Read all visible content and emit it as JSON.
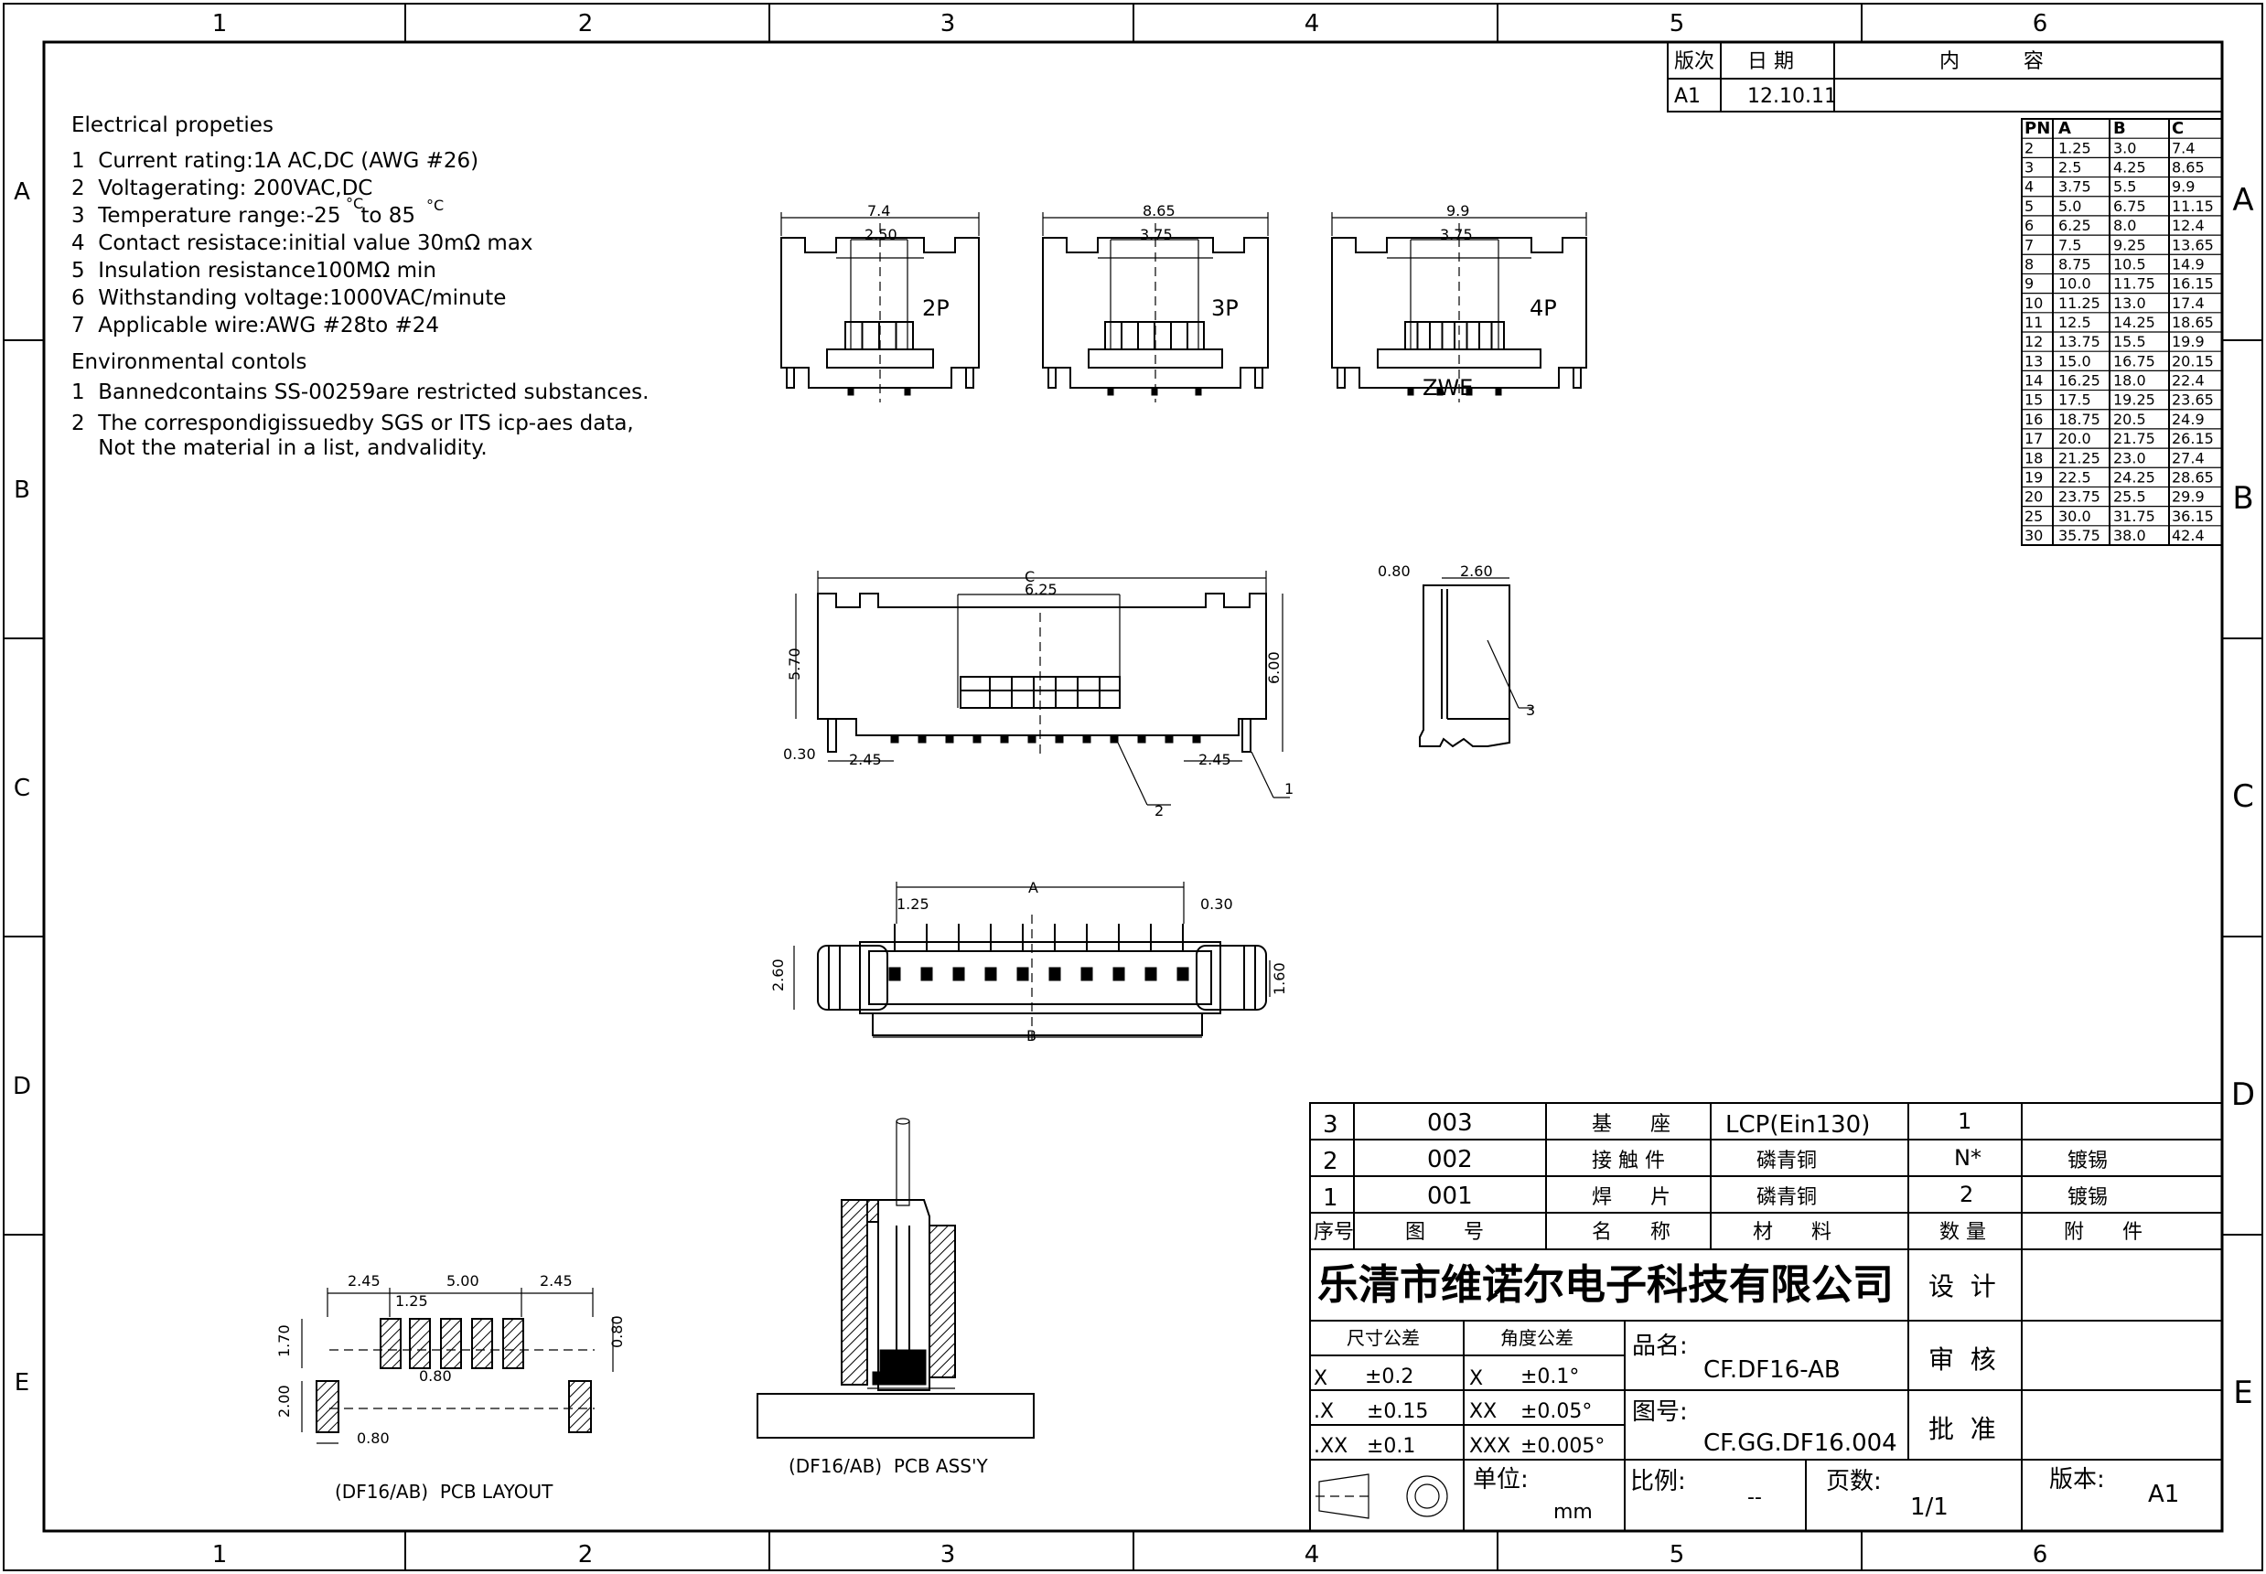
{
  "frame": {
    "col_labels": [
      "1",
      "2",
      "3",
      "4",
      "5",
      "6"
    ],
    "row_labels": [
      "A",
      "B",
      "C",
      "D",
      "E"
    ]
  },
  "revision_table": {
    "headers": [
      "版次",
      "日 期",
      "内          容"
    ],
    "row": [
      "A1",
      "12.10.11",
      ""
    ]
  },
  "dim_table": {
    "headers": [
      "PN",
      "A",
      "B",
      "C"
    ],
    "rows": [
      [
        "2",
        "1.25",
        "3.0",
        "7.4"
      ],
      [
        "3",
        "2.5",
        "4.25",
        "8.65"
      ],
      [
        "4",
        "3.75",
        "5.5",
        "9.9"
      ],
      [
        "5",
        "5.0",
        "6.75",
        "11.15"
      ],
      [
        "6",
        "6.25",
        "8.0",
        "12.4"
      ],
      [
        "7",
        "7.5",
        "9.25",
        "13.65"
      ],
      [
        "8",
        "8.75",
        "10.5",
        "14.9"
      ],
      [
        "9",
        "10.0",
        "11.75",
        "16.15"
      ],
      [
        "10",
        "11.25",
        "13.0",
        "17.4"
      ],
      [
        "11",
        "12.5",
        "14.25",
        "18.65"
      ],
      [
        "12",
        "13.75",
        "15.5",
        "19.9"
      ],
      [
        "13",
        "15.0",
        "16.75",
        "20.15"
      ],
      [
        "14",
        "16.25",
        "18.0",
        "22.4"
      ],
      [
        "15",
        "17.5",
        "19.25",
        "23.65"
      ],
      [
        "16",
        "18.75",
        "20.5",
        "24.9"
      ],
      [
        "17",
        "20.0",
        "21.75",
        "26.15"
      ],
      [
        "18",
        "21.25",
        "23.0",
        "27.4"
      ],
      [
        "19",
        "22.5",
        "24.25",
        "28.65"
      ],
      [
        "20",
        "23.75",
        "25.5",
        "29.9"
      ],
      [
        "25",
        "30.0",
        "31.75",
        "36.15"
      ],
      [
        "30",
        "35.75",
        "38.0",
        "42.4"
      ]
    ]
  },
  "specs": {
    "electrical_title": "Electrical propeties",
    "electrical": [
      "1  Current rating:1A AC,DC (AWG #26)",
      "2  Voltagerating: 200VAC,DC",
      "3  Temperature range:-25   to 85",
      "4  Contact resistace:initial value 30mΩ max",
      "5  Insulation resistance100MΩ min",
      "6  Withstanding voltage:1000VAC/minute",
      "7  Applicable wire:AWG #28to #24"
    ],
    "environmental_title": "Environmental contols",
    "environmental": [
      "1  Bannedcontains SS-00259are restricted substances.",
      "2  The correspondigissuedby SGS or ITS icp-aes data,",
      "    Not the material in a list, andvalidity."
    ],
    "celsius_a": "°C",
    "celsius_b": "°C"
  },
  "views": {
    "v2p": {
      "width": "7.4",
      "pitch": "2.50",
      "label": "2P"
    },
    "v3p": {
      "width": "8.65",
      "pitch": "3.75",
      "label": "3P"
    },
    "v4p": {
      "width": "9.9",
      "pitch": "3.75",
      "label": "4P",
      "mark": "ZWE"
    },
    "front": {
      "c": "C",
      "c_val": "6.25",
      "h1": "5.70",
      "h2": "6.00",
      "d1": "0.30",
      "d2": "2.45",
      "d3": "2.45",
      "callout1": "1",
      "callout2": "2"
    },
    "side": {
      "d1": "0.80",
      "d2": "2.60",
      "callout3": "3"
    },
    "top": {
      "a": "A",
      "b": "B",
      "pitch": "1.25",
      "pin": "0.30",
      "h1": "2.60",
      "h2": "1.60"
    },
    "layout": {
      "d1": "2.45",
      "d2": "5.00",
      "d3": "2.45",
      "d4": "1.25",
      "d5": "1.70",
      "d6": "0.80",
      "d7": "0.80",
      "d8": "2.00",
      "d9": "0.80",
      "caption": "(DF16/AB)  PCB LAYOUT"
    },
    "assy": {
      "caption": "(DF16/AB)  PCB ASS'Y"
    }
  },
  "bom": {
    "rows": [
      {
        "no": "3",
        "code": "003",
        "name": "基      座",
        "material": "LCP(Ein130)",
        "qty": "1",
        "note": ""
      },
      {
        "no": "2",
        "code": "002",
        "name": "接 触 件",
        "material": "磷青铜",
        "qty": "N*",
        "note": "镀锡"
      },
      {
        "no": "1",
        "code": "001",
        "name": "焊      片",
        "material": "磷青铜",
        "qty": "2",
        "note": "镀锡"
      }
    ],
    "headers": {
      "no": "序号",
      "code": "图      号",
      "name": "名      称",
      "material": "材      料",
      "qty": "数 量",
      "note": "附      件"
    }
  },
  "title_block": {
    "company": "乐清市维诺尔电子科技有限公司",
    "design": "设  计",
    "review": "审  核",
    "approve": "批  准",
    "tol_dim": "尺寸公差",
    "tol_ang": "角度公差",
    "tol_rows": [
      {
        "d": "X",
        "dv": "±0.2",
        "a": "X",
        "av": "±0.1°"
      },
      {
        "d": ".X",
        "dv": "±0.15",
        "a": "XX",
        "av": "±0.05°"
      },
      {
        "d": ".XX",
        "dv": "±0.1",
        "a": "XXX",
        "av": "±0.005°"
      }
    ],
    "pn_label": "品名:",
    "pn_value": "CF.DF16-AB",
    "dwg_label": "图号:",
    "dwg_value": "CF.GG.DF16.004",
    "unit_label": "单位:",
    "unit_value": "mm",
    "scale_label": "比例:",
    "scale_value": "--",
    "page_label": "页数:",
    "page_value": "1/1",
    "ver_label": "版本:",
    "ver_value": "A1"
  }
}
